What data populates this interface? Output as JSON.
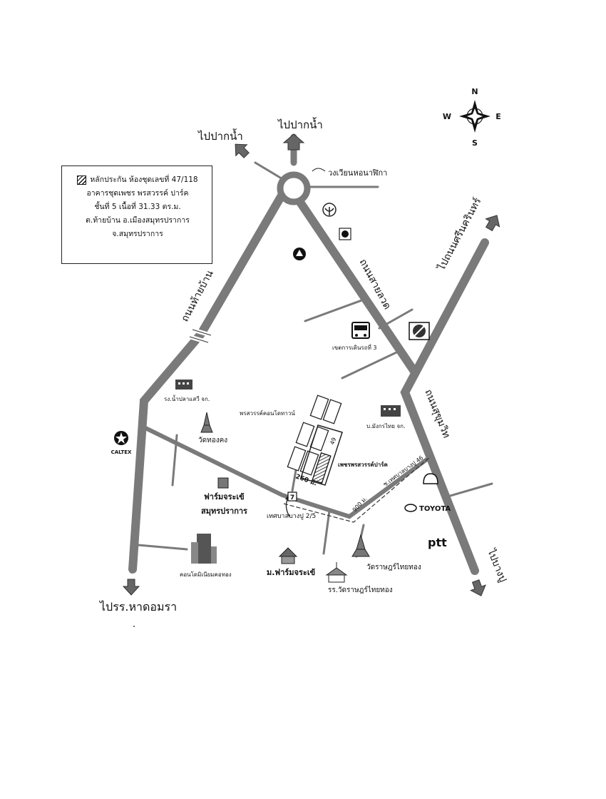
{
  "legend": {
    "line1": "หลักประกัน ห้องชุดเลขที่ 47/118",
    "line2": "อาคารชุดเพชร พรสวรรค์ ปาร์ค",
    "line3": "ชั้นที่ 5   เนื้อที่ 31.33 ตร.ม.",
    "line4": "ต.ท้ายบ้าน   อ.เมืองสมุทรปราการ",
    "line5": "จ.สมุทรปราการ"
  },
  "compass": {
    "n": "N",
    "s": "S",
    "e": "E",
    "w": "W"
  },
  "directions": {
    "top_left": "ไปปากน้ำ",
    "top_center": "ไปปากน้ำ",
    "right_up": "ไปถนนศรีนครินทร์",
    "bottom_left": "ไปรร.หาดอมรา",
    "bottom_right": "ไปบางปู"
  },
  "roads": {
    "thai_ban": "ถนนท้ายบ้าน",
    "sai_luat": "ถนนสายลวด",
    "sukhumvit": "ถนนสุขุมวิท",
    "soi_sukhumvit": "ซ.เทศบาลบางปู 46",
    "soi_2_5": "เทศบาลบางปู 2/5"
  },
  "places": {
    "roundabout": "วงเวียนหอนาฬิกา",
    "district_office": "เขตการเดินรถที่ 3",
    "factory1": "รง.น้ำปลาแสวี จก.",
    "factory2": "บ.มังกรไทย จก.",
    "condotown": "พรสวรรค์คอนโดทาวน์",
    "project": "เพชรพรสวรรค์ปาร์ค",
    "wat_thong": "วัดทองคง",
    "farm": "ฟาร์มจระเข้",
    "farm2": "สมุทรปราการ",
    "condo_mansion": "คอนโดมิเนียมคอทอง",
    "farm_village": "ม.ฟาร์มจระเข้",
    "wat_ratburana": "วัดราษฎร์ไทยทอง",
    "school": "รร.วัดราษฎร์ไทยทอง",
    "bldg_no": "49"
  },
  "distances": {
    "d260": "260 ม.",
    "d900": "900 ม."
  },
  "brands": {
    "caltex": "CALTEX",
    "toyota": "TOYOTA",
    "ptt": "ptt",
    "seven": "7"
  }
}
